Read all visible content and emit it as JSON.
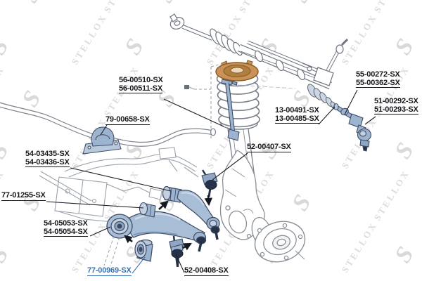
{
  "watermark": {
    "brand": "STELLOX",
    "mark": "S"
  },
  "diagram": {
    "labels": {
      "stab_link": {
        "line1": "56-00510-SX",
        "line2": "56-00511-SX"
      },
      "stab_bushing": {
        "line1": "79-00658-SX"
      },
      "arm_rear": {
        "line1": "54-03435-SX",
        "line2": "54-03436-SX"
      },
      "bushing_rear": {
        "line1": "77-01255-SX"
      },
      "arm_front": {
        "line1": "54-05053-SX",
        "line2": "54-05054-SX"
      },
      "bushing_front": {
        "line1": "77-00969-SX"
      },
      "balljoint_lower": {
        "line1": "52-00408-SX"
      },
      "balljoint_upper": {
        "line1": "52-00407-SX"
      },
      "bellows": {
        "line1": "13-00491-SX",
        "line2": "13-00485-SX"
      },
      "tierod_inner": {
        "line1": "55-00272-SX",
        "line2": "55-00362-SX"
      },
      "tierod_end": {
        "line1": "51-00292-SX",
        "line2": "51-00293-SX"
      }
    },
    "colors": {
      "highlight_part": "#a8bdd6",
      "highlight_light": "#c2d0e2",
      "highlight_dark": "#26324a",
      "label_link": "#3a72b0",
      "label_text": "#17181c",
      "outline": "#787e88",
      "mount_orange": "#c99257",
      "watermark": "#dcdcdc"
    }
  }
}
